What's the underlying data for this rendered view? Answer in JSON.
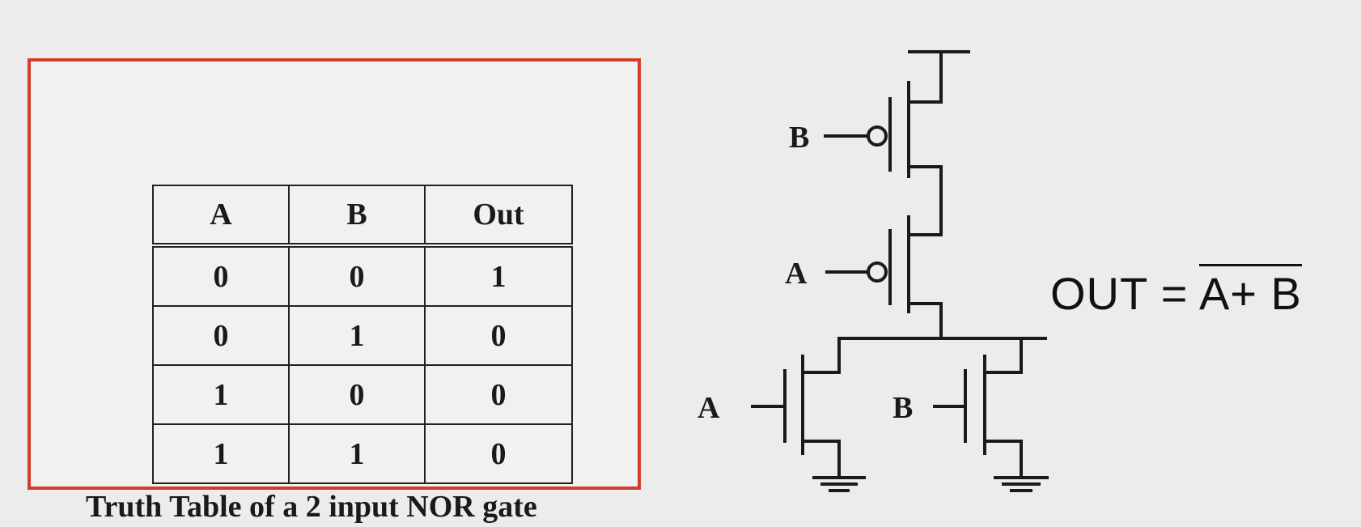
{
  "truth_table": {
    "headers": [
      "A",
      "B",
      "Out"
    ],
    "rows": [
      [
        "0",
        "0",
        "1"
      ],
      [
        "0",
        "1",
        "0"
      ],
      [
        "1",
        "0",
        "0"
      ],
      [
        "1",
        "1",
        "0"
      ]
    ],
    "caption": "Truth Table of a 2 input NOR gate"
  },
  "circuit": {
    "labels": {
      "pmos_top_input": "B",
      "pmos_bottom_input": "A",
      "nmos_left_input": "A",
      "nmos_right_input": "B"
    }
  },
  "equation": {
    "lhs": "OUT =",
    "rhs_overlined": "A+ B"
  },
  "colors": {
    "panel_border": "#d23d2a",
    "background": "#ececec"
  }
}
